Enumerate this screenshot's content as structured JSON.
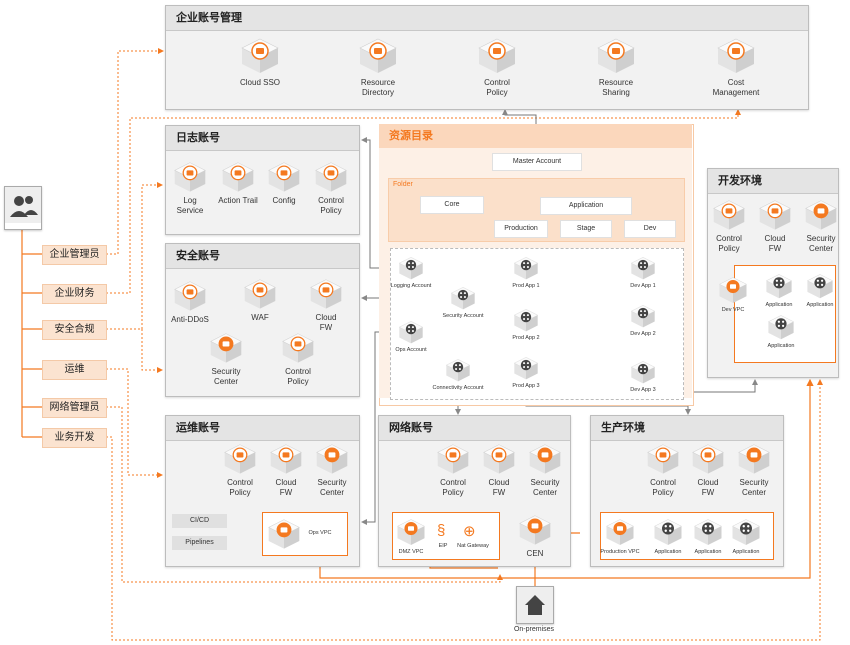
{
  "colors": {
    "accent": "#f47920",
    "light": "#fde3cf",
    "panel": "#f2f2f2",
    "dark": "#444444"
  },
  "mgmt": {
    "title": "企业账号管理",
    "items": [
      "Cloud SSO",
      "Resource\nDirectory",
      "Control\nPolicy",
      "Resource\nSharing",
      "Cost\nManagement"
    ]
  },
  "log": {
    "title": "日志账号",
    "items": [
      "Log\nService",
      "Action Trail",
      "Config",
      "Control\nPolicy"
    ]
  },
  "sec": {
    "title": "安全账号",
    "items": [
      "Anti-DDoS",
      "WAF",
      "Cloud\nFW",
      "Security\nCenter",
      "Control\nPolicy"
    ]
  },
  "ops": {
    "title": "运维账号",
    "items": [
      "Control\nPolicy",
      "Cloud\nFW",
      "Security\nCenter"
    ],
    "cicd": "CI/CD",
    "pipelines": "Pipelines",
    "vpc": "Ops VPC"
  },
  "net": {
    "title": "网络账号",
    "items": [
      "Control\nPolicy",
      "Cloud\nFW",
      "Security\nCenter"
    ],
    "dmz": "DMZ VPC",
    "eip": "EIP",
    "nat": "Nat Gateway",
    "cen": "CEN"
  },
  "prod": {
    "title": "生产环境",
    "items": [
      "Control\nPolicy",
      "Cloud\nFW",
      "Security\nCenter"
    ],
    "vpc": "Production VPC",
    "app": "Application"
  },
  "dev": {
    "title": "开发环境",
    "items": [
      "Control\nPolicy",
      "Cloud\nFW",
      "Security\nCenter"
    ],
    "vpc": "Dev VPC",
    "app": "Application"
  },
  "rd": {
    "title": "资源目录",
    "master": "Master Account",
    "folder": "Folder",
    "core": "Core",
    "application": "Application",
    "production": "Production",
    "stage": "Stage",
    "dev": "Dev",
    "accounts": [
      "Logging Account",
      "Security Account",
      "Ops Account",
      "Connectivity Account",
      "Prod App 1",
      "Prod App 2",
      "Prod App 3",
      "Dev App 1",
      "Dev App 2",
      "Dev App 3"
    ]
  },
  "roles": [
    "企业管理员",
    "企业财务",
    "安全合规",
    "运维",
    "网络管理员",
    "业务开发"
  ],
  "onprem": "On-premises"
}
